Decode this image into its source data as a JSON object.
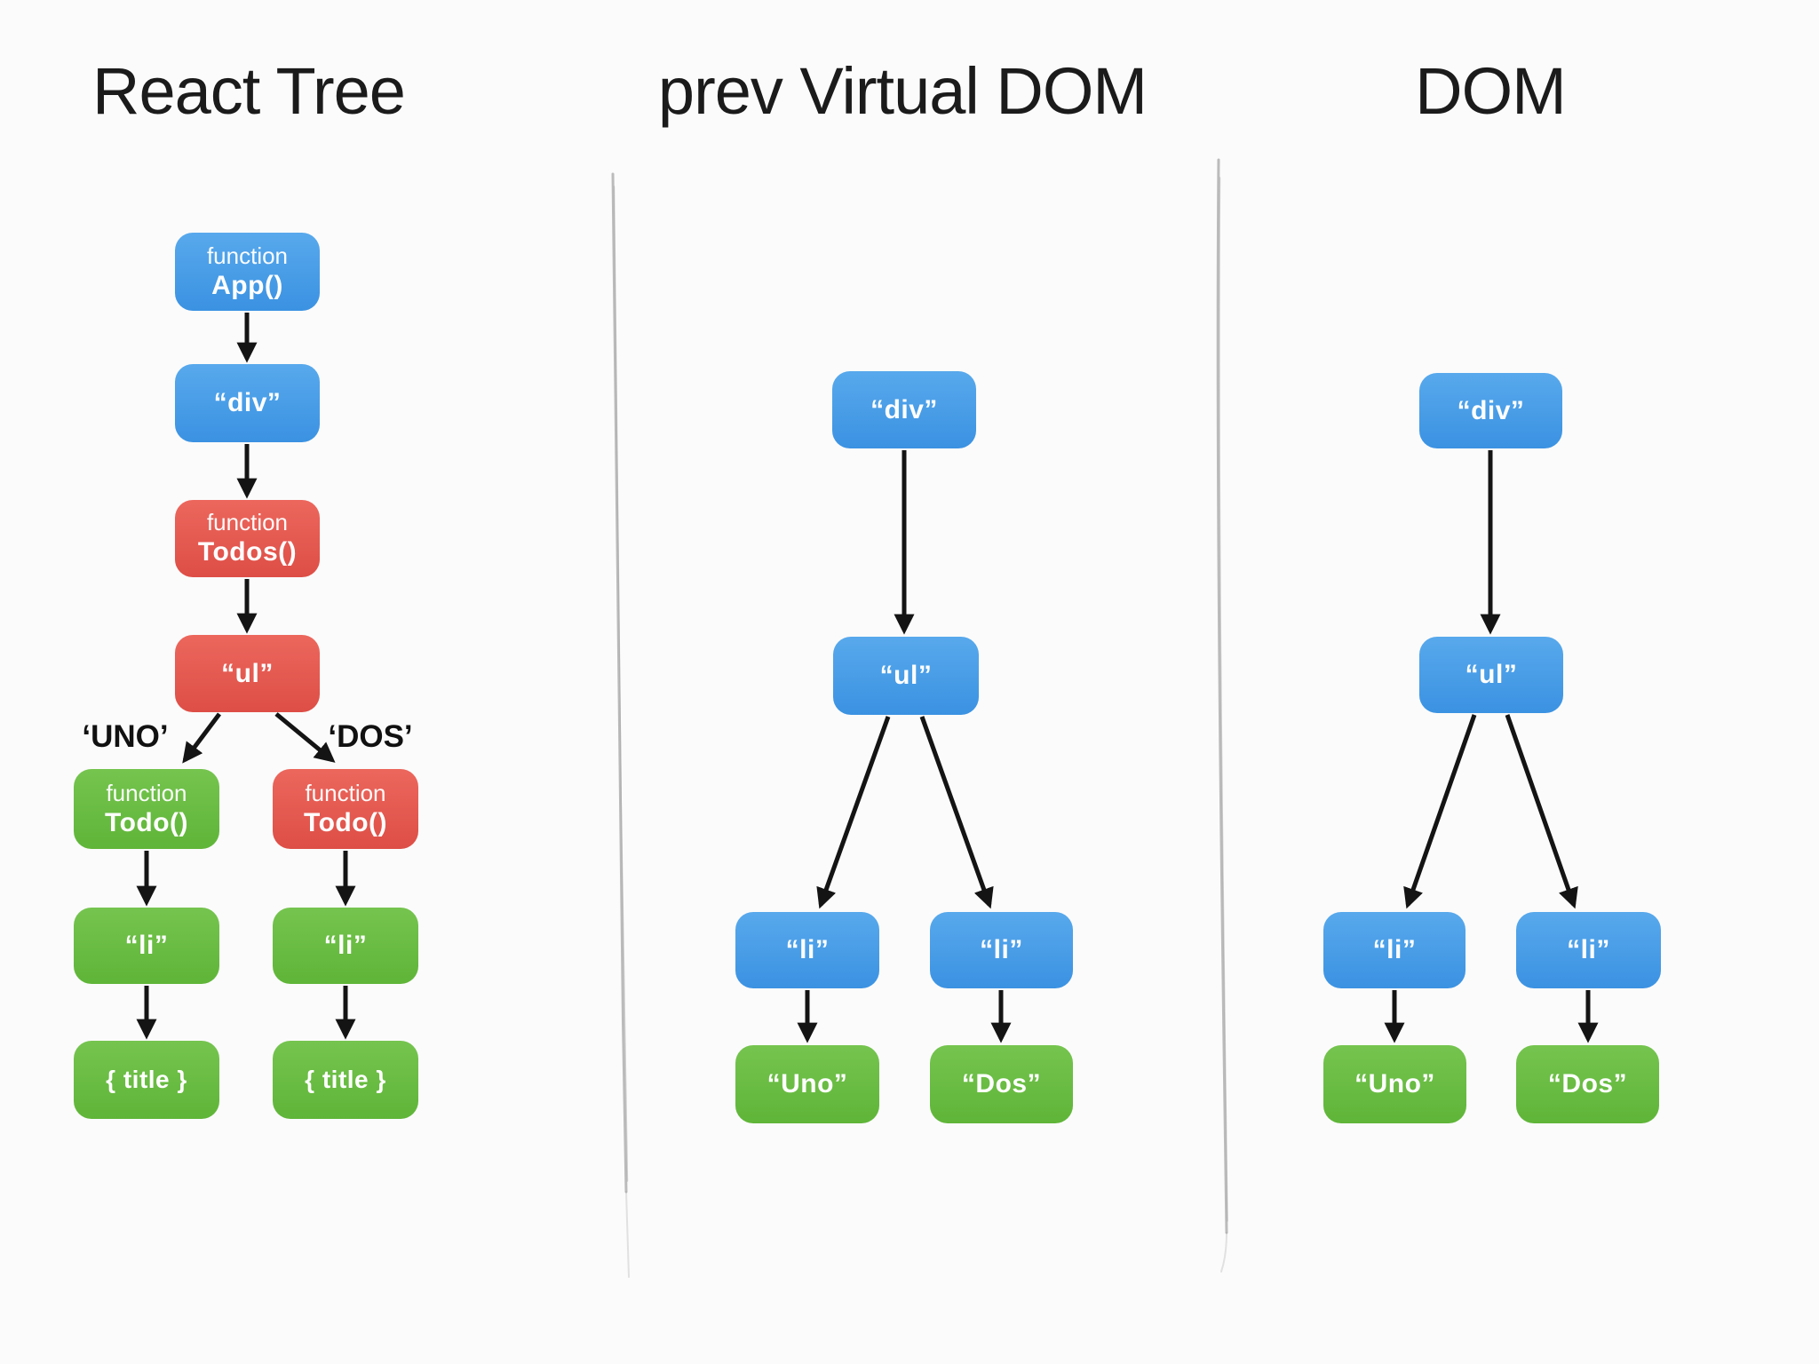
{
  "theme": {
    "bg": "#fbfbfb",
    "node-blue-light": "#58a9ec",
    "node-blue-dark": "#3b92e2",
    "node-red-light": "#ec675d",
    "node-red-dark": "#dd4e46",
    "node-green-light": "#75c44f",
    "node-green-dark": "#5fb538",
    "arrow": "#141414",
    "divider": "#a6a6a6",
    "title": "#1b1b1b"
  },
  "titles": {
    "react_tree": "React Tree",
    "prev_vdom": "prev Virtual DOM",
    "dom": "DOM"
  },
  "react_tree": {
    "app_line1": "function",
    "app_line2": "App()",
    "div": "“div”",
    "todos_line1": "function",
    "todos_line2": "Todos()",
    "ul": "“ul”",
    "label_uno": "‘UNO’",
    "label_dos": "‘DOS’",
    "todo_left_line1": "function",
    "todo_left_line2": "Todo()",
    "todo_right_line1": "function",
    "todo_right_line2": "Todo()",
    "li_left": "“li”",
    "li_right": "“li”",
    "title_left": "{ title }",
    "title_right": "{ title }"
  },
  "prev_virtual_dom": {
    "div": "“div”",
    "ul": "“ul”",
    "li_left": "“li”",
    "li_right": "“li”",
    "uno": "“Uno”",
    "dos": "“Dos”"
  },
  "dom": {
    "div": "“div”",
    "ul": "“ul”",
    "li_left": "“li”",
    "li_right": "“li”",
    "uno": "“Uno”",
    "dos": "“Dos”"
  }
}
